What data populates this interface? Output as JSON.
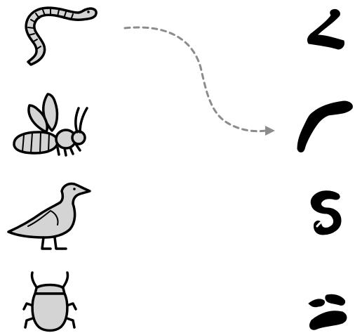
{
  "colors": {
    "background": "#ffffff",
    "ink": "#000000",
    "fill_grey": "#d4d4d4",
    "connector": "#8c8c8c"
  },
  "left_icons": [
    "worm-icon",
    "bee-icon",
    "duck-icon",
    "scarab-beetle-icon"
  ],
  "right_glyphs": [
    "hieratic-glyph-zigzag",
    "hieratic-glyph-stroke",
    "hieratic-glyph-loop",
    "hieratic-glyph-mark"
  ],
  "connections": [
    {
      "from": "worm-icon",
      "to": "hieratic-glyph-stroke",
      "style": "dashed-arrow"
    }
  ]
}
